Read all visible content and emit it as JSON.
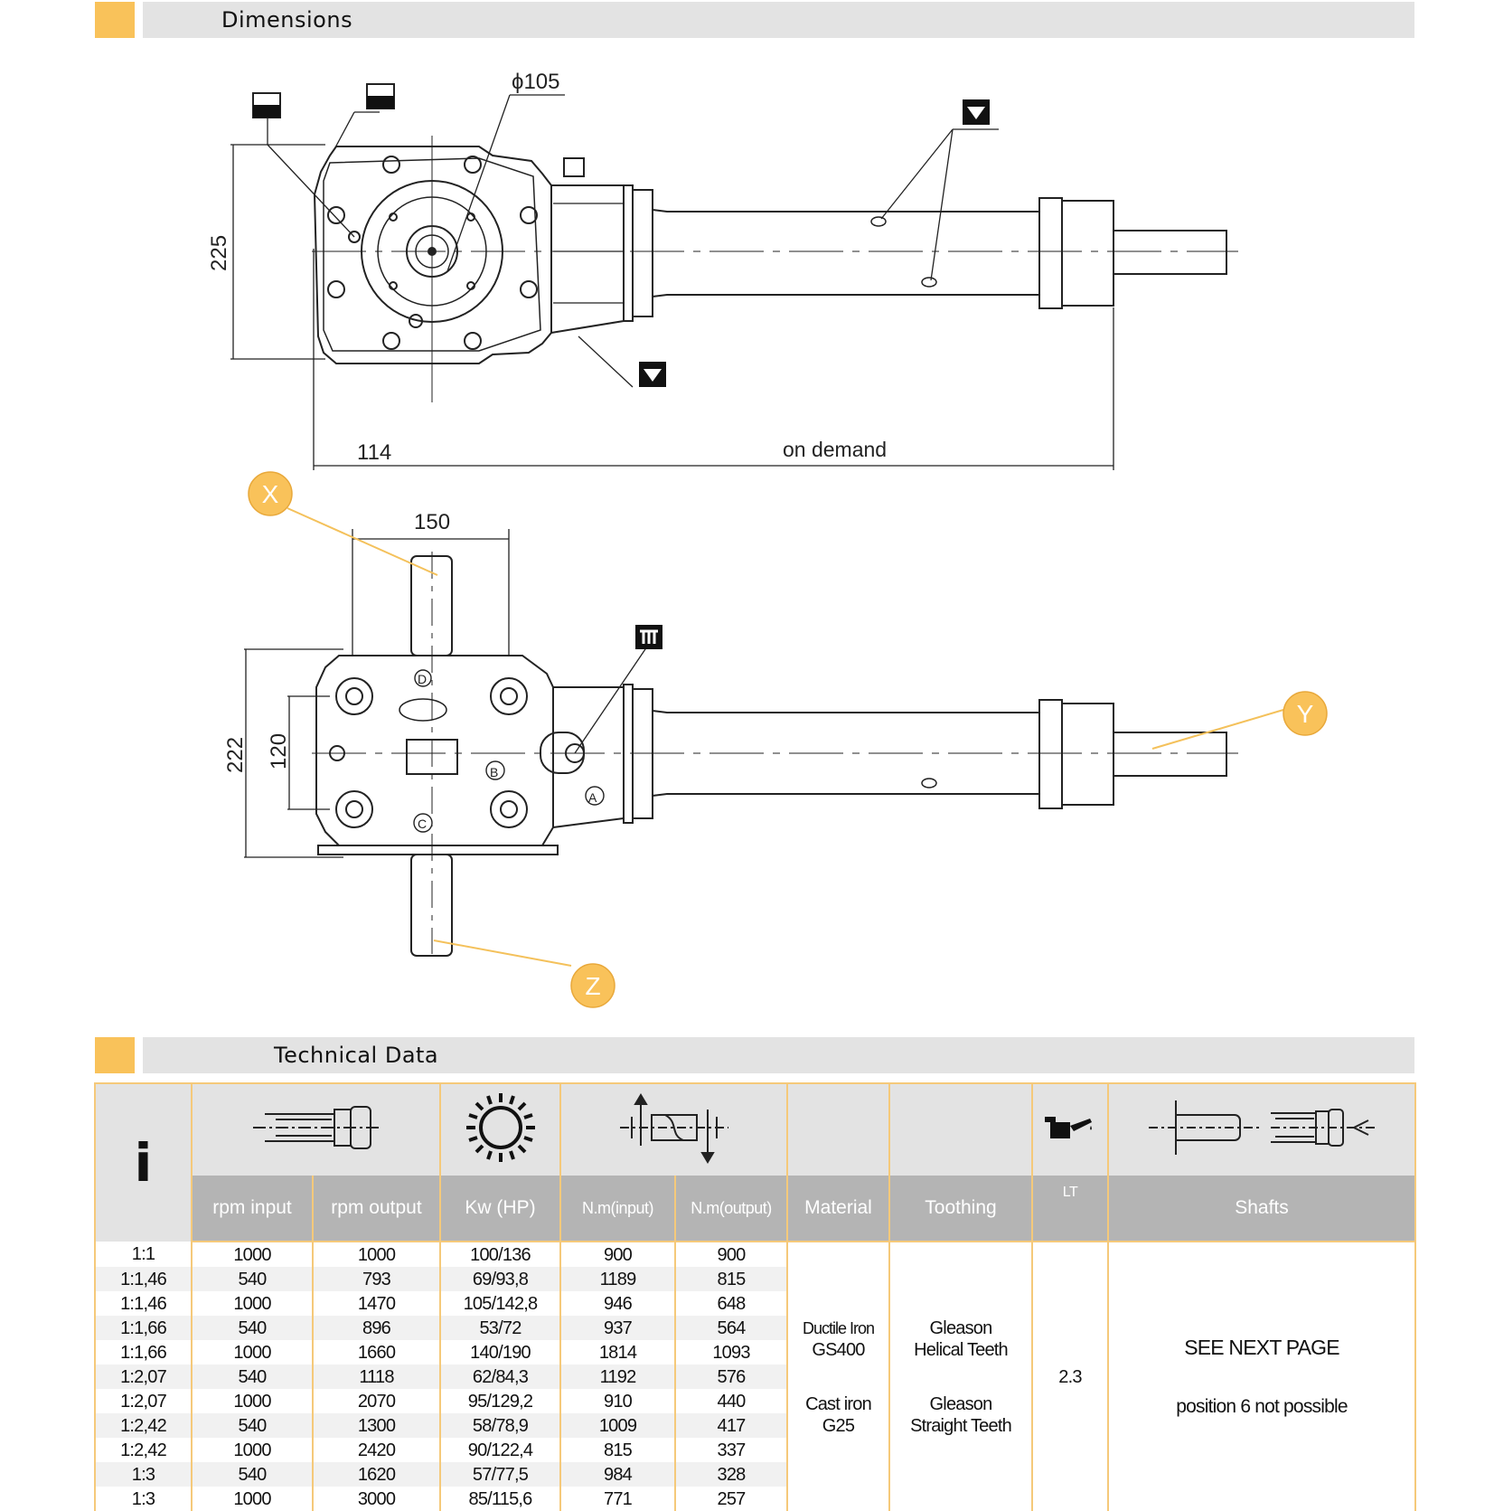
{
  "sections": {
    "dimensions": "Dimensions",
    "technical_data": "Technical Data"
  },
  "dimensions": {
    "diameter": "ϕ105",
    "height_top": "225",
    "width_left": "114",
    "on_demand": "on  demand",
    "width_top_shaft": "150",
    "height_front": "222",
    "inner_height": "120",
    "callouts": [
      "X",
      "Y",
      "Z"
    ],
    "housing_marks": [
      "A",
      "B",
      "C",
      "D"
    ],
    "symbols": [
      "filler-plug-icon",
      "level-plug-icon",
      "drain-plug-icon",
      "breather-icon"
    ]
  },
  "table": {
    "ratio_header": "i",
    "icons": [
      "input-shaft-icon",
      "gear-icon",
      "torque-shaft-icon",
      "oil-can-icon",
      "shafts-icon"
    ],
    "columns": [
      "rpm input",
      "rpm output",
      "Kw (HP)",
      "N.m(input)",
      "N.m(output)",
      "Material",
      "Toothing",
      "LT",
      "Shafts"
    ],
    "rows": [
      [
        "1:1",
        "1000",
        "1000",
        "100/136",
        "900",
        "900"
      ],
      [
        "1:1,46",
        "540",
        "793",
        "69/93,8",
        "1189",
        "815"
      ],
      [
        "1:1,46",
        "1000",
        "1470",
        "105/142,8",
        "946",
        "648"
      ],
      [
        "1:1,66",
        "540",
        "896",
        "53/72",
        "937",
        "564"
      ],
      [
        "1:1,66",
        "1000",
        "1660",
        "140/190",
        "1814",
        "1093"
      ],
      [
        "1:2,07",
        "540",
        "1118",
        "62/84,3",
        "1192",
        "576"
      ],
      [
        "1:2,07",
        "1000",
        "2070",
        "95/129,2",
        "910",
        "440"
      ],
      [
        "1:2,42",
        "540",
        "1300",
        "58/78,9",
        "1009",
        "417"
      ],
      [
        "1:2,42",
        "1000",
        "2420",
        "90/122,4",
        "815",
        "337"
      ],
      [
        "1:3",
        "540",
        "1620",
        "57/77,5",
        "984",
        "328"
      ],
      [
        "1:3",
        "1000",
        "3000",
        "85/115,6",
        "771",
        "257"
      ]
    ],
    "material": {
      "line1": "Ductile Iron",
      "line2": "GS400",
      "line3": "Cast iron",
      "line4": "G25"
    },
    "toothing": {
      "line1": "Gleason",
      "line2": "Helical Teeth",
      "line3": "Gleason",
      "line4": "Straight Teeth"
    },
    "lt_value": "2.3",
    "shafts": {
      "line1": "SEE NEXT PAGE",
      "line2": "position 6 not possible"
    }
  },
  "colors": {
    "accent": "#f9c25a",
    "header_gray": "#e3e3e3",
    "label_gray": "#b4b4b4",
    "grid_line": "#f5c97a"
  }
}
